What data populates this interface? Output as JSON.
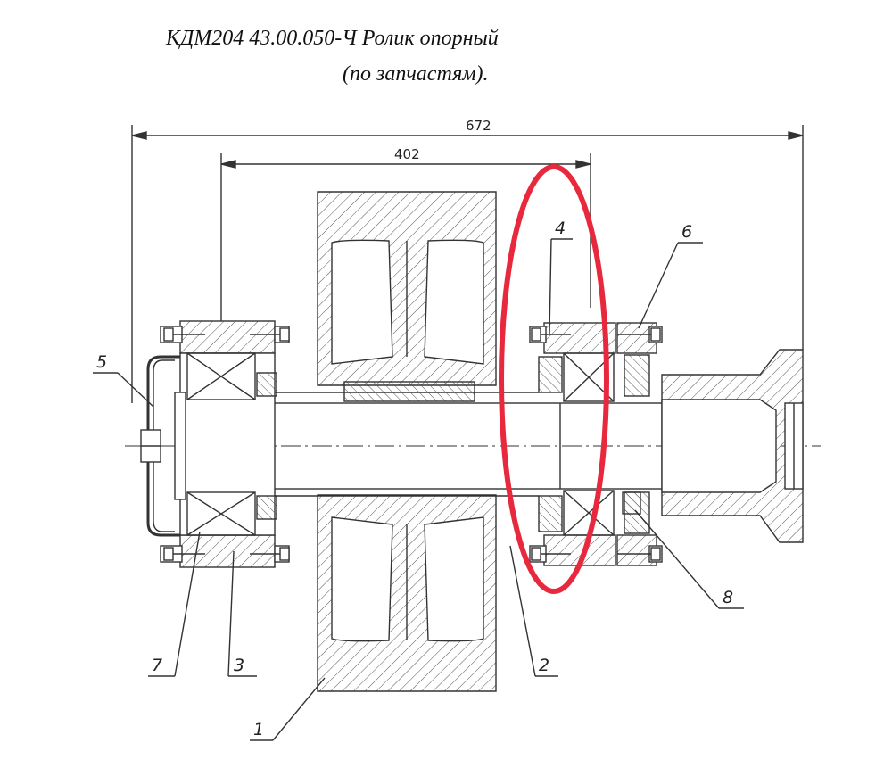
{
  "title": {
    "line1": "КДМ204 43.00.050-Ч Ролик опорный",
    "line2": "(по запчастям)."
  },
  "dimensions": {
    "overall": "672",
    "inner": "402"
  },
  "part_labels": [
    "1",
    "2",
    "3",
    "4",
    "5",
    "6",
    "7",
    "8"
  ],
  "colors": {
    "line": "#333333",
    "highlight": "#e8283c"
  }
}
